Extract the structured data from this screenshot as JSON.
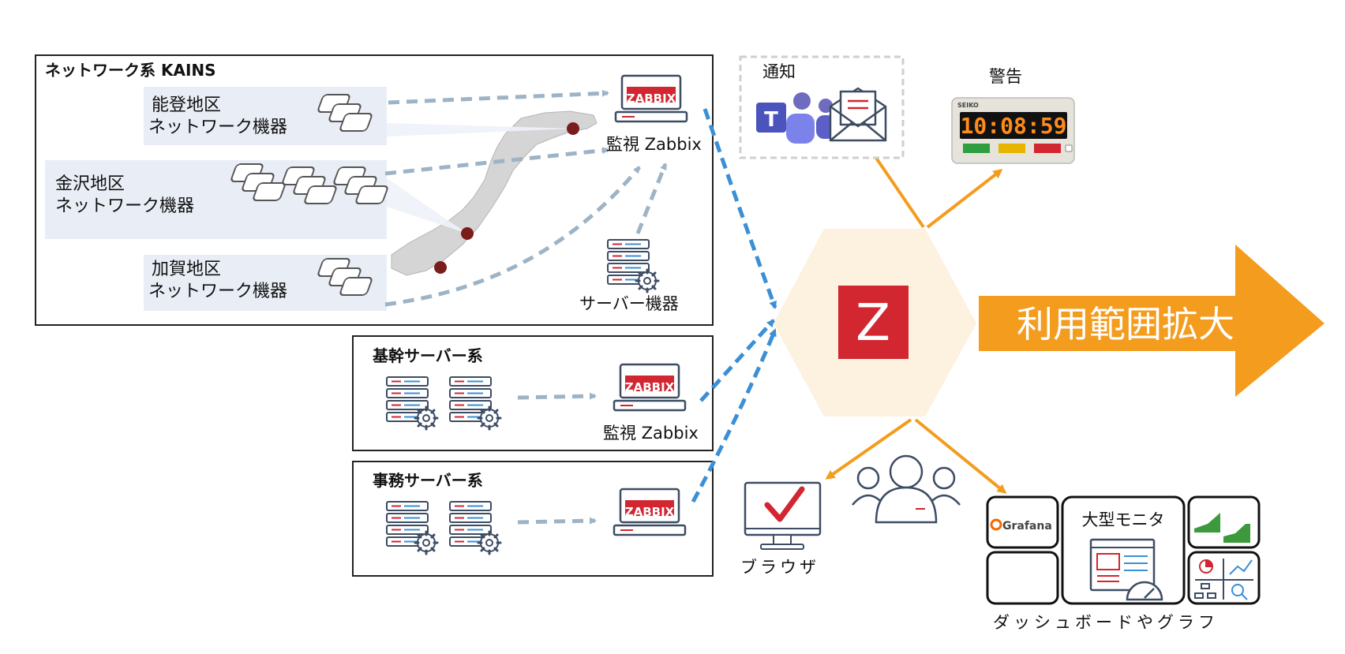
{
  "network_group": {
    "title": "ネットワーク系 KAINS",
    "regions": [
      {
        "area": "能登地区",
        "devices": "ネットワーク機器"
      },
      {
        "area": "金沢地区",
        "devices": "ネットワーク機器"
      },
      {
        "area": "加賀地区",
        "devices": "ネットワーク機器"
      }
    ],
    "zabbix_logo": "ZABBIX",
    "monitor_label": "監視 Zabbix",
    "server_label": "サーバー機器"
  },
  "core_group": {
    "title": "基幹サーバー系",
    "zabbix_logo": "ZABBIX",
    "monitor_label": "監視 Zabbix"
  },
  "office_group": {
    "title": "事務サーバー系",
    "zabbix_logo": "ZABBIX"
  },
  "hub": {
    "letter": "Z"
  },
  "expand_arrow": {
    "label": "利用範囲拡大"
  },
  "notify": {
    "label": "通知",
    "teams_letter": "T"
  },
  "alert": {
    "label": "警告",
    "clock_brand": "SEIKO",
    "clock_time": "10:08:59"
  },
  "browser": {
    "label": "ブラウザ"
  },
  "dashboard": {
    "label": "ダッシュボードやグラフ",
    "grafana": "Grafana",
    "big_monitor": "大型モニタ"
  },
  "colors": {
    "zabbix_red": "#d22630",
    "blue_arrow": "#3a8fd6",
    "gray_arrow": "#9db3c6",
    "orange": "#f39c1e",
    "hex_bg": "#fdf1e0",
    "region_bg": "#e9eef6"
  }
}
